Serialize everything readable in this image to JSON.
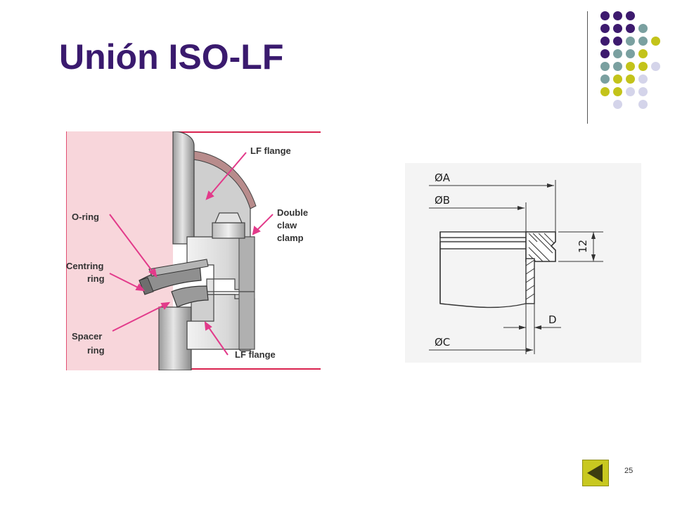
{
  "slide": {
    "title": "Unión ISO-LF",
    "page_number": "25"
  },
  "theme": {
    "title_color": "#3a1a6e",
    "dot_colors": {
      "purple": "#3d1a6e",
      "teal": "#7aa0a0",
      "lime": "#c3c31a",
      "lavender": "#d4d4ea"
    },
    "nav_button_color": "#c8c820"
  },
  "figure_left": {
    "labels": {
      "lf_flange_top": "LF flange",
      "o_ring": "O-ring",
      "double_1": "Double",
      "double_2": "claw",
      "double_3": "clamp",
      "centring_1": "Centring",
      "centring_2": "ring",
      "spacer_1": "Spacer",
      "spacer_2": "ring",
      "lf_flange_bottom": "LF flange"
    }
  },
  "figure_right": {
    "labels": {
      "dim_a": "ØA",
      "dim_b": "ØB",
      "dim_c": "ØC",
      "dim_d": "D",
      "dim_12": "12"
    }
  },
  "navigation": {
    "back_icon": "back-arrow-icon"
  }
}
